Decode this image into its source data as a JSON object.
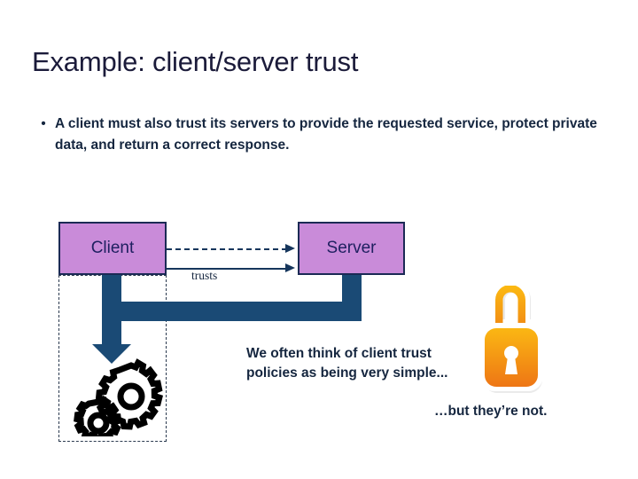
{
  "slide": {
    "title": "Example: client/server trust",
    "background_color": "#ffffff",
    "title_color": "#1b1b3a"
  },
  "bullets": [
    {
      "marker": "•",
      "text": "A client must also trust its servers to provide the requested service, protect private data, and return a correct response."
    }
  ],
  "diagram": {
    "nodes": [
      {
        "id": "client",
        "label": "Client",
        "fill": "#c98bd9",
        "border": "#1b2a55"
      },
      {
        "id": "server",
        "label": "Server",
        "fill": "#c98bd9",
        "border": "#1b2a55"
      }
    ],
    "edges": [
      {
        "id": "dashed-edge",
        "style": "dashed",
        "from": "client",
        "to": "server",
        "label": ""
      },
      {
        "id": "solid-edge",
        "style": "solid",
        "from": "client",
        "to": "server",
        "label": "trusts"
      }
    ],
    "connector_color": "#1a4a75",
    "lifeline_style": "dashed"
  },
  "icons": {
    "gears": "gears-icon",
    "lock": "padlock-icon",
    "lock_color_top": "#f9b016",
    "lock_color_bottom": "#ef7f15"
  },
  "callouts": [
    {
      "id": "simple",
      "text": "We often think of client trust policies as being very simple..."
    },
    {
      "id": "not",
      "text": "…but they’re not."
    }
  ]
}
